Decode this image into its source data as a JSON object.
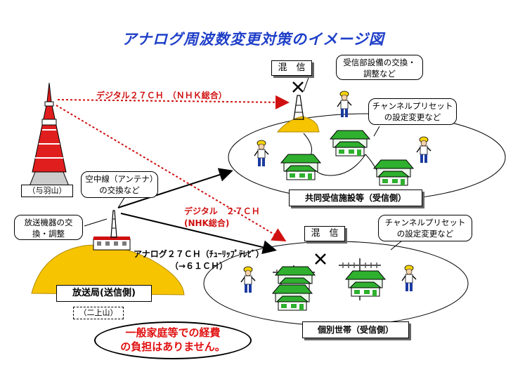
{
  "title": "アナログ周波数変更対策のイメージ図",
  "tower_label": "（与羽山）",
  "station_label": "放送局(送信側)",
  "station_sub": "（二上山）",
  "callout_aerial": "空中線（アンテナ）の交換など",
  "callout_equipment": "放送機器の交換・調整",
  "callout_receiver_dept": "受信部設備の交換・調整など",
  "callout_preset_top": "チャンネルプリセットの設定変更など",
  "callout_preset_bottom": "チャンネルプリセットの設定変更など",
  "interference_top": "混　信",
  "interference_bottom": "混　信",
  "digital_nhk_top": "デジタル２７ＣＨ　（ＮＨＫ総合）",
  "digital_nhk_mid_1": "デジタル　２７ＣＨ",
  "digital_nhk_mid_2": "(NHK総合)",
  "analog_line_1": "アナログ２７ＣＨ（ﾁｭｰﾘｯﾌﾟﾃﾚﾋﾞ）",
  "analog_line_2": "（→６１ＣＨ）",
  "shared_facility_label": "共同受信施設等（受信側）",
  "individual_label": "個別世帯（受信側）",
  "note_line_1": "一般家庭等での経費",
  "note_line_2": "の負担はありません。",
  "colors": {
    "red": "#d01010",
    "title_blue": "#1f3fc8",
    "hill": "#f6c400",
    "roof": "#2fb02f"
  }
}
